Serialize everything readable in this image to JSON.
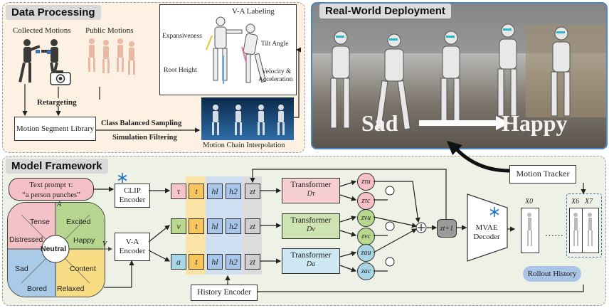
{
  "panels": {
    "data_processing": "Data Processing",
    "real_world": "Real-World Deployment",
    "model_framework": "Model Framework"
  },
  "data_processing": {
    "collected": "Collected Motions",
    "public": "Public Motions",
    "retargeting": "Retargeting",
    "library": "Motion Segment Library",
    "class_sampling": "Class Balanced Sampling",
    "sim_filter": "Simulation Filtering",
    "chain_interp": "Motion Chain Interpolation",
    "va_labeling": "V-A Labeling",
    "expansiveness": "Expansiveness",
    "tilt_angle": "Tilt Angle",
    "root_height": "Root Height",
    "velocity": "Velocity &",
    "acceleration": "Acceleration"
  },
  "deployment": {
    "from_emotion": "Sad",
    "to_emotion": "Happy"
  },
  "framework": {
    "text_prompt_line1": "Text prompt τ:",
    "text_prompt_line2": "“a person punches”",
    "clip_encoder": "CLIP Encoder",
    "va_encoder": "V-A Encoder",
    "history_encoder": "History Encoder",
    "motion_tracker": "Motion Tracker",
    "mvae_decoder": "MVAE Decoder",
    "rollout_history": "Rollout History",
    "va_axis_a": "A",
    "va_axis_v": "V",
    "va_center": "Neutral",
    "va_labels": [
      "Tense",
      "Excited",
      "Distressed",
      "Happy",
      "Sad",
      "Content",
      "Bored",
      "Relaxed"
    ],
    "rows": [
      {
        "first": "τ",
        "transformer": "Transformer",
        "sub": "Dτ",
        "zu": "zτu",
        "zc": "zτc"
      },
      {
        "first": "v",
        "transformer": "Transformer",
        "sub": "Dv",
        "zu": "zvu",
        "zc": "zvc"
      },
      {
        "first": "a",
        "transformer": "Transformer",
        "sub": "Da",
        "zu": "zau",
        "zc": "zac"
      }
    ],
    "tokens": [
      "t",
      "hl",
      "h2",
      "zt"
    ],
    "z_out": "zt+1",
    "x0": "X0",
    "x6": "X6",
    "x7": "X7",
    "dots": "……"
  },
  "colors": {
    "dp_bg": "#fdf1e3",
    "mf_bg": "#eef2e6",
    "rw_border": "#4f86c6",
    "token_tau": "#f5c3c9",
    "token_v": "#b9d88f",
    "token_a": "#a9d5e6",
    "token_t": "#f7c55c",
    "token_h": "#a9c6ea",
    "token_z": "#cfcfcf",
    "band_h": "#cfe0f2",
    "band_t": "#fbe3a6",
    "tf_tau": "#f6cfd3",
    "tf_v": "#cde4b2",
    "tf_a": "#cde8f2"
  }
}
